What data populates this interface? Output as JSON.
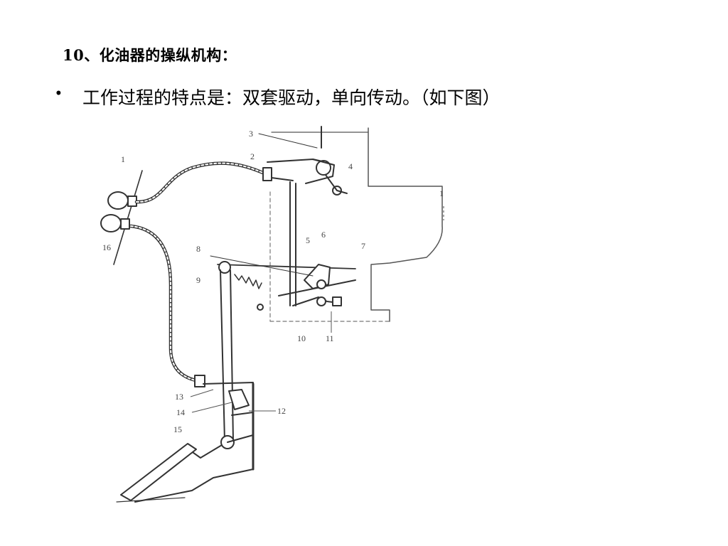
{
  "slide": {
    "title": "10、化油器的操纵机构：",
    "bullet_symbol": "•",
    "bullet_text": "工作过程的特点是：双套驱动，单向传动。（如下图）"
  },
  "diagram": {
    "labels": {
      "l1": "1",
      "l2": "2",
      "l3": "3",
      "l4": "4",
      "l5": "5",
      "l6": "6",
      "l7": "7",
      "l8": "8",
      "l9": "9",
      "l10": "10",
      "l11": "11",
      "l12": "12",
      "l13": "13",
      "l14": "14",
      "l15": "15",
      "l16": "16",
      "l1b": "1"
    }
  }
}
